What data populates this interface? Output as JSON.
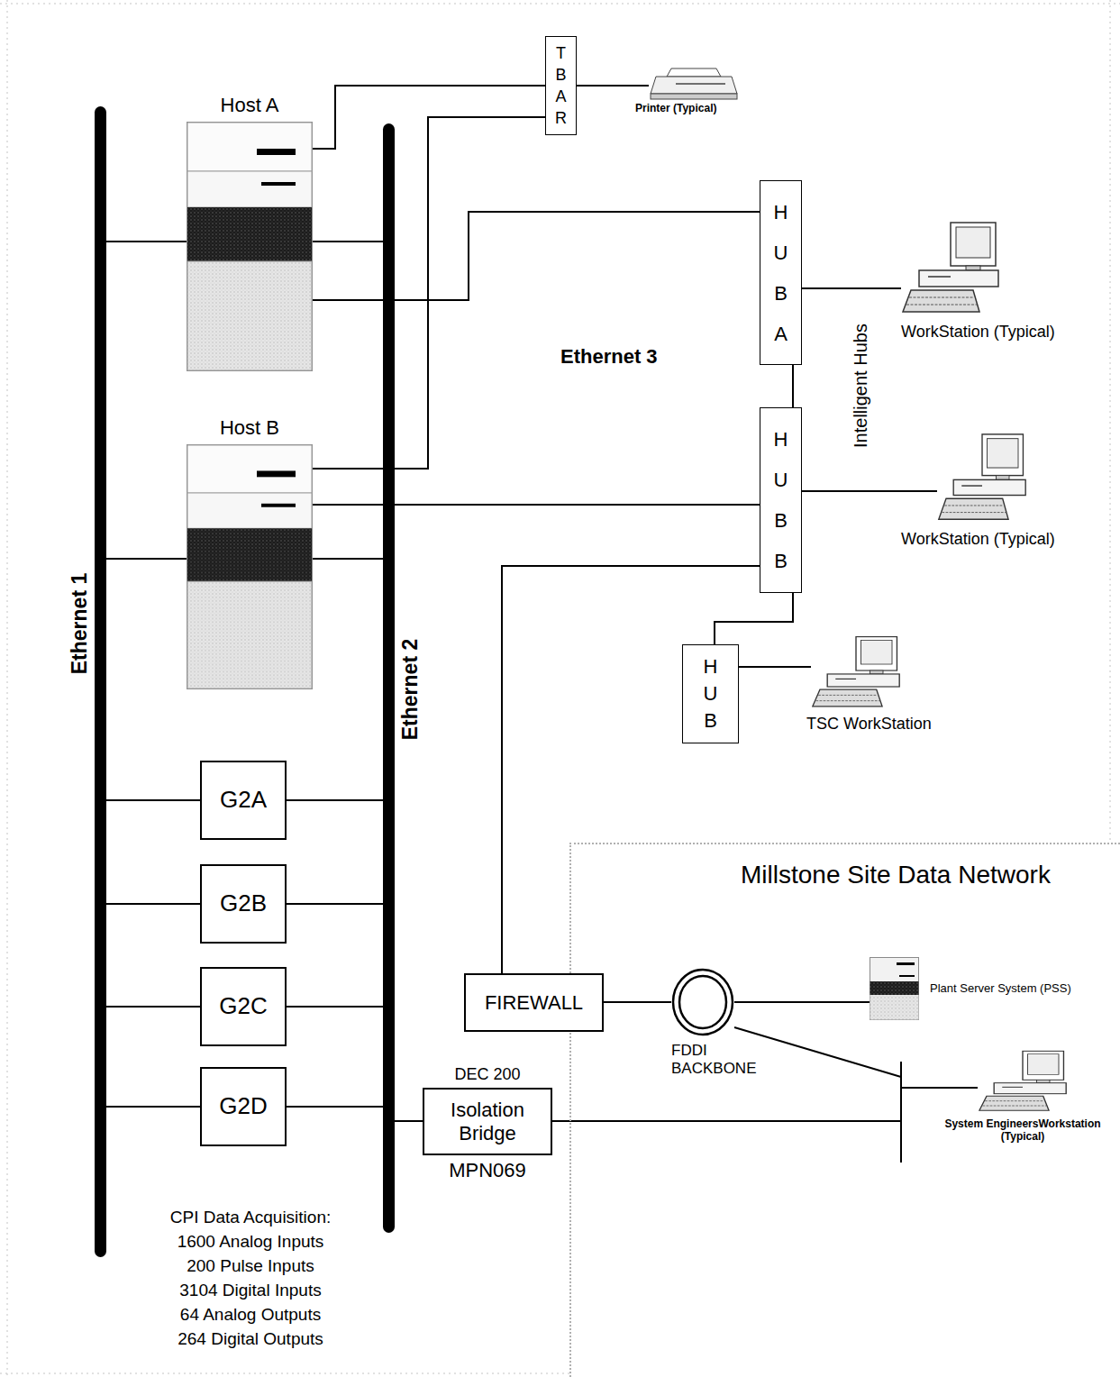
{
  "diagram": {
    "nodes": [
      {
        "text": [
          "Ethernet 1"
        ]
      },
      {
        "text": [
          "Host A"
        ]
      },
      {
        "text": [
          "Ethernet 2"
        ]
      },
      {
        "text": [
          "T B A R"
        ]
      },
      {
        "text": [
          "Printer (Typical)"
        ]
      },
      {
        "text": [
          "H U B A"
        ]
      },
      {
        "text": [
          "WorkStation (Typical)"
        ]
      },
      {
        "text": [
          "Host B"
        ]
      },
      {
        "text": [
          "H U B B"
        ]
      },
      {
        "text": [
          "WorkStation (Typical)"
        ]
      },
      {
        "text": [
          "H U B"
        ]
      },
      {
        "text": [
          "TSC WorkStation"
        ]
      },
      {
        "text": [
          "G2A"
        ]
      },
      {
        "text": [
          "G2B"
        ]
      },
      {
        "text": [
          "G2C"
        ]
      },
      {
        "text": [
          "G2D"
        ]
      },
      {
        "text": [
          "Millstone Site Data Network"
        ]
      },
      {
        "text": [
          "Plant Server System (PSS)"
        ],
        "in": 16
      },
      {
        "text": [
          "FIREWALL"
        ]
      },
      {
        "text": [
          "FDDI BACKBONE"
        ],
        "in": 16
      },
      {
        "text": [
          "System EngineersWorkstation (Typical)"
        ],
        "in": 16
      },
      {
        "text": [
          "DEC 200",
          "Isolation Bridge",
          "MPN069"
        ]
      }
    ],
    "edges": [
      {
        "from": 1,
        "to": 0,
        "arrow": "none"
      },
      {
        "from": 1,
        "to": 2,
        "arrow": "none"
      },
      {
        "from": 1,
        "to": 3,
        "arrow": "none"
      },
      {
        "from": 1,
        "to": 5,
        "arrow": "none"
      },
      {
        "from": 3,
        "to": 4,
        "arrow": "none"
      },
      {
        "from": 5,
        "to": 6,
        "arrow": "none"
      },
      {
        "from": 5,
        "to": 8,
        "arrow": "none"
      },
      {
        "from": 7,
        "to": 0,
        "arrow": "none"
      },
      {
        "from": 7,
        "to": 2,
        "arrow": "none"
      },
      {
        "from": 7,
        "to": 3,
        "arrow": "none"
      },
      {
        "from": 7,
        "to": 8,
        "arrow": "none"
      },
      {
        "from": 8,
        "to": 9,
        "arrow": "none"
      },
      {
        "from": 8,
        "to": 10,
        "arrow": "none"
      },
      {
        "from": 10,
        "to": 11,
        "arrow": "none"
      },
      {
        "from": 8,
        "to": 18,
        "arrow": "none"
      },
      {
        "from": 12,
        "to": 0,
        "arrow": "none"
      },
      {
        "from": 12,
        "to": 2,
        "arrow": "none"
      },
      {
        "from": 13,
        "to": 0,
        "arrow": "none"
      },
      {
        "from": 13,
        "to": 2,
        "arrow": "none"
      },
      {
        "from": 14,
        "to": 0,
        "arrow": "none"
      },
      {
        "from": 14,
        "to": 2,
        "arrow": "none"
      },
      {
        "from": 15,
        "to": 0,
        "arrow": "none"
      },
      {
        "from": 15,
        "to": 2,
        "arrow": "none"
      },
      {
        "from": 2,
        "to": 21,
        "arrow": "none"
      },
      {
        "from": 18,
        "to": 19,
        "arrow": "none"
      },
      {
        "from": 19,
        "to": 17,
        "arrow": "none"
      },
      {
        "from": 19,
        "to": 20,
        "arrow": "none"
      },
      {
        "from": 21,
        "to": 20,
        "arrow": "none"
      }
    ],
    "labels": [
      "Ethernet 3",
      "Intelligent Hubs",
      "CPI Data Acquisition:",
      "1600 Analog Inputs",
      "200 Pulse Inputs",
      "3104 Digital Inputs",
      "64 Analog Outputs",
      "264 Digital Outputs"
    ]
  }
}
